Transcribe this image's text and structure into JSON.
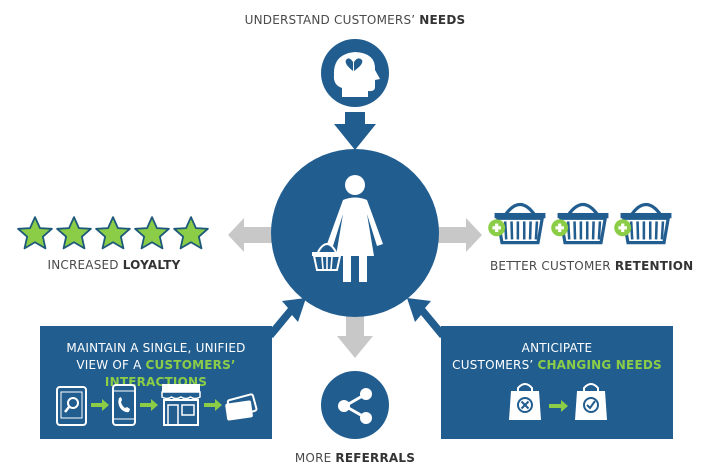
{
  "top": {
    "label_prefix": "UNDERSTAND CUSTOMERS’ ",
    "label_bold": "NEEDS"
  },
  "left": {
    "label_prefix": "INCREASED ",
    "label_bold": "LOYALTY",
    "star_count": 5
  },
  "right": {
    "label_prefix": "BETTER CUSTOMER ",
    "label_bold": "RETENTION",
    "basket_count": 3
  },
  "bottom": {
    "label_prefix": "MORE ",
    "label_bold": "REFERRALS"
  },
  "box_left": {
    "line1": "MAINTAIN A SINGLE, UNIFIED",
    "line2_prefix": "VIEW OF A ",
    "line2_highlight": "CUSTOMERS’ INTERACTIONS",
    "steps": [
      "tablet-search-icon",
      "phone-icon",
      "store-icon",
      "credit-card-icon"
    ]
  },
  "box_right": {
    "line1": "ANTICIPATE",
    "line2_prefix": "CUSTOMERS’ ",
    "line2_highlight": "CHANGING NEEDS",
    "steps": [
      "bag-x-icon",
      "bag-check-icon"
    ]
  },
  "colors": {
    "blue": "#215d8f",
    "green": "#8ccd47",
    "gray": "#c8c8c8",
    "text": "#4a4a4a"
  }
}
